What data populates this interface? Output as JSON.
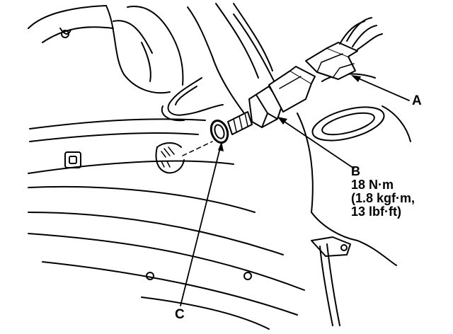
{
  "callouts": {
    "a": {
      "letter": "A"
    },
    "b": {
      "letter": "B",
      "torque_nm": "18 N·m",
      "torque_kgfm": "(1.8 kgf·m,",
      "torque_lbfft": "13 lbf·ft)"
    },
    "c": {
      "letter": "C"
    }
  },
  "colors": {
    "ink": "#000000",
    "paper": "#ffffff"
  }
}
